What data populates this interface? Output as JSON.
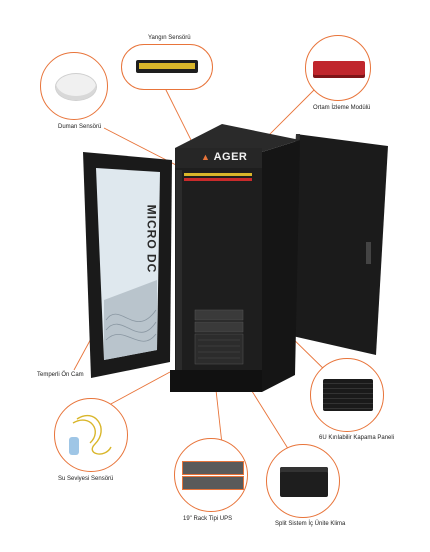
{
  "brand": {
    "logo_text": "AGER"
  },
  "glass_text": "MICRO DC",
  "accent_color": "#e8743a",
  "components": {
    "fire_sensor": "Yangın Sensörü",
    "smoke_sensor": "Duman Sensörü",
    "monitoring_module": "Ortam İzleme Modülü",
    "tempered_glass": "Temperli Ön Cam",
    "blanking_panel": "6U Kırılabilir Kapama Paneli",
    "water_sensor": "Su Seviyesi Sensörü",
    "rack_ups": "19\" Rack Tipi UPS",
    "split_ac": "Split Sistem İç Ünite Klima"
  }
}
